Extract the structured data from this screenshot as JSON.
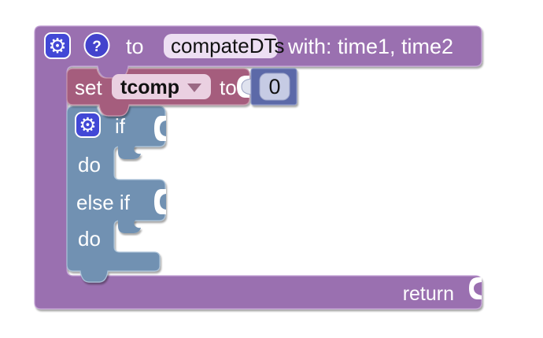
{
  "workspace": {
    "background": "#ffffff"
  },
  "colors": {
    "procedure": "#9a6fb0",
    "procedure_stroke": "#c3a2d5",
    "variable_set": "#a55d7d",
    "variable_set_stroke": "#c795ab",
    "control_if": "#7191b2",
    "control_if_stroke": "#a9c1d7",
    "number": "#5b69a8",
    "number_stroke": "#8893c4",
    "icon_button": "#4248d6",
    "field_light_purple": "#eddff3",
    "field_light_pink": "#ead0e1",
    "field_light_indigo": "#c6cbe4",
    "dropdown_arrow": "#9b6a84"
  },
  "procedure_block": {
    "gear_icon": "⚙",
    "help_icon": "?",
    "to_label": "to",
    "name": "compateDTs",
    "params_label": "with: time1, time2",
    "return_label": "return"
  },
  "set_block": {
    "set_label": "set",
    "variable_name": "tcomp",
    "to_label": "to"
  },
  "number_block": {
    "value": "0"
  },
  "if_block": {
    "gear_icon": "⚙",
    "if_label": "if",
    "do_label": "do",
    "else_if_label": "else if",
    "do2_label": "do"
  }
}
